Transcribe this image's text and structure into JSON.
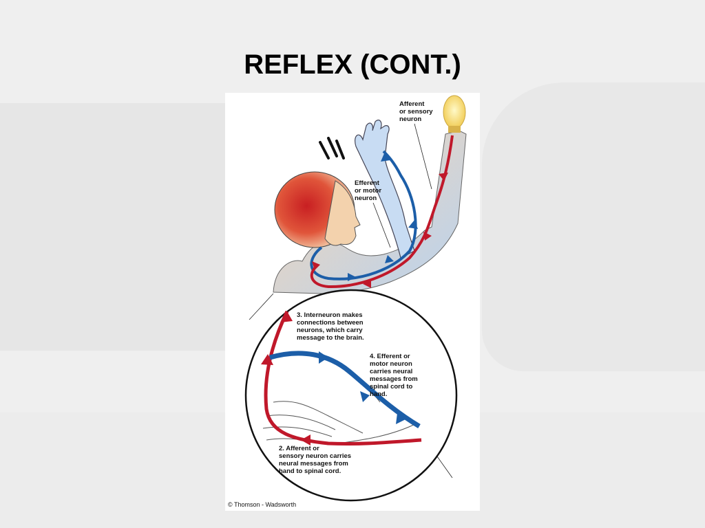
{
  "slide": {
    "title": "REFLEX (CONT.)"
  },
  "figure": {
    "labels": {
      "afferent_top": "Afferent\nor sensory\nneuron",
      "efferent_top": "Efferent\nor motor\nneuron",
      "step3": "3. Interneuron makes\nconnections between\nneurons, which carry\nmessage to the brain.",
      "step4": "4. Efferent or\nmotor neuron\ncarries neural\nmessages from\nspinal cord to\nhand.",
      "step2": "2. Afferent or\nsensory neuron carries\nneural messages from\nhand to spinal cord."
    },
    "copyright": "© Thomson - Wadsworth",
    "colors": {
      "afferent": "#c0182a",
      "efferent": "#1c5ea8",
      "head": "#d23a2a",
      "bulb": "#f7e07a"
    }
  }
}
